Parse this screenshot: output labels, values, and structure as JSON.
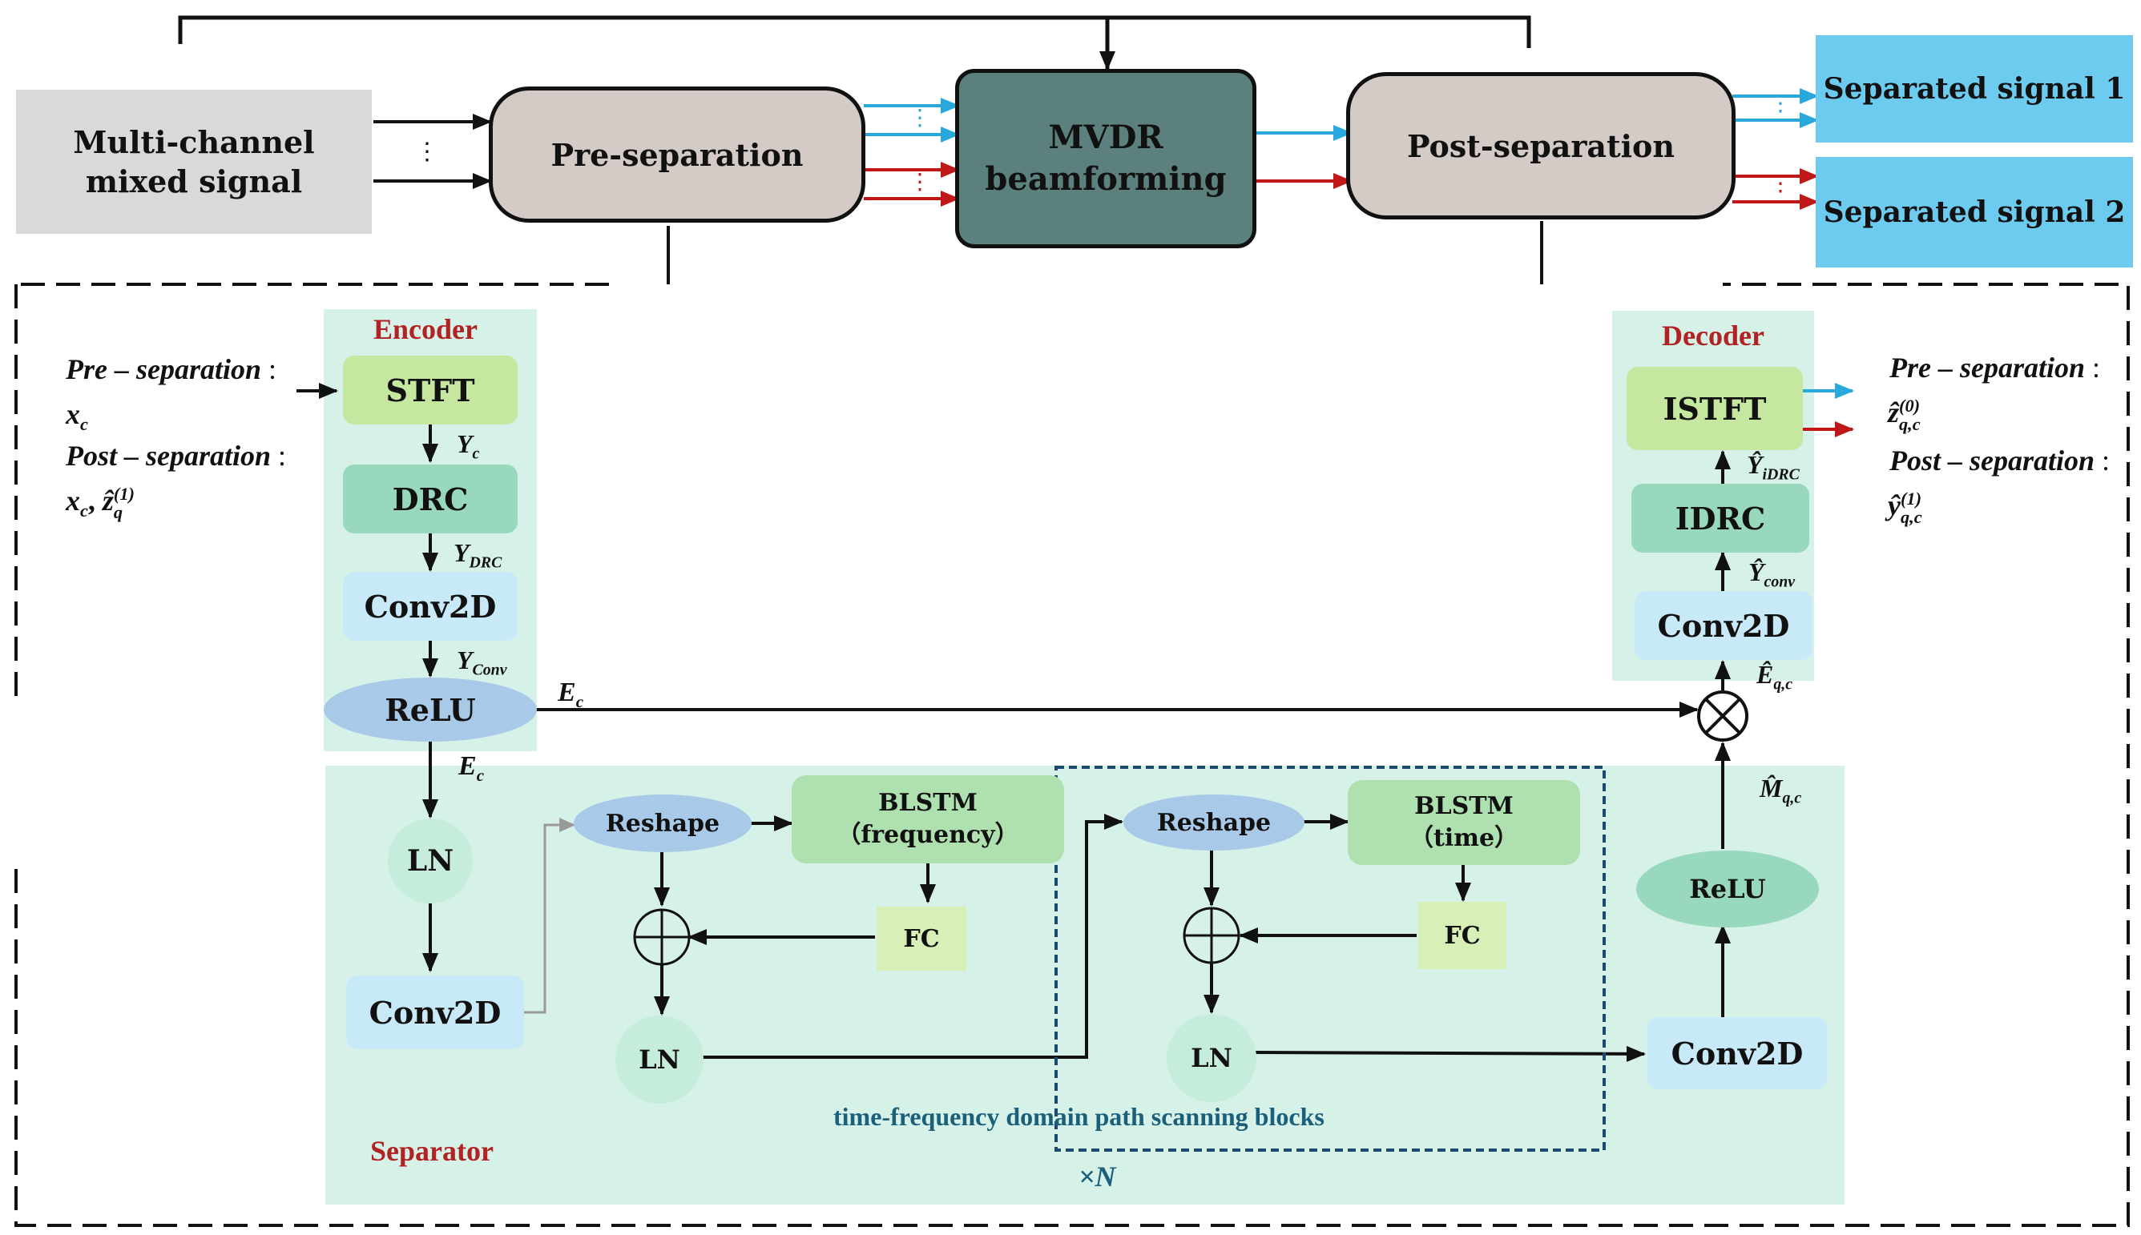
{
  "top": {
    "input": "Multi-channel mixed signal",
    "input_dots": "⋮",
    "pre_separation": "Pre-separation",
    "mvdr": "MVDR beamforming",
    "post_separation": "Post-separation",
    "output1": "Separated signal 1",
    "output2": "Separated signal 2",
    "arrow_dots": "⋮"
  },
  "encoder": {
    "title": "Encoder",
    "stft": "STFT",
    "drc": "DRC",
    "conv2d": "Conv2D",
    "relu": "ReLU",
    "in_pre_label": "Pre – separation",
    "in_pre_sym": "x",
    "in_pre_sub": "c",
    "in_post_label": "Post – separation",
    "in_post_sym": "x",
    "in_post_sub": "c",
    "in_post_sym2": "ẑ",
    "in_post_sub2": "q",
    "in_post_sup2": "(1)",
    "y_c": "Y",
    "y_c_sub": "c",
    "y_drc": "Y",
    "y_drc_sub": "DRC",
    "y_conv": "Y",
    "y_conv_sub": "Conv",
    "e_c": "E",
    "e_c_sub": "c"
  },
  "decoder": {
    "title": "Decoder",
    "istft": "ISTFT",
    "idrc": "IDRC",
    "conv2d": "Conv2D",
    "y_idrc": "Ŷ",
    "y_idrc_sub": "iDRC",
    "y_conv": "Ŷ",
    "y_conv_sub": "conv",
    "e_qc": "Ê",
    "e_qc_sub": "q,c",
    "m_qc": "M̂",
    "m_qc_sub": "q,c",
    "out_pre_label": "Pre – separation",
    "out_pre_sym": "ẑ",
    "out_pre_sub": "q,c",
    "out_pre_sup": "(0)",
    "out_post_label": "Post – separation",
    "out_post_sym": "ŷ",
    "out_post_sub": "q,c",
    "out_post_sup": "(1)"
  },
  "separator": {
    "title": "Separator",
    "ln": "LN",
    "conv2d": "Conv2D",
    "reshape1": "Reshape",
    "blstm_freq_line1": "BLSTM",
    "blstm_freq_line2": "（frequency）",
    "fc1": "FC",
    "ln2": "LN",
    "reshape2": "Reshape",
    "blstm_time_line1": "BLSTM",
    "blstm_time_line2": "（time）",
    "fc2": "FC",
    "ln3": "LN",
    "conv2d_out": "Conv2D",
    "relu": "ReLU",
    "block_label": "time-frequency domain path scanning blocks",
    "repeat": "×N"
  },
  "colors": {
    "input_gray": "#d9d9d9",
    "pre_sep": "#d4cac6",
    "mvdr": "#5c807e",
    "output_blue": "#6ccbee",
    "panel_green": "#d6f2e8",
    "stft_green": "#c6e7a0",
    "drc_green": "#98d8bc",
    "conv_blue": "#c8e9f7",
    "relu_blue": "#a9c9e9",
    "blstm_green": "#aee0b0",
    "fc_green": "#d9efb8",
    "ln_green": "#c6ecdc",
    "arrow_blue": "#29a8dc",
    "arrow_red": "#c01818",
    "label_red": "#b22222",
    "label_teal": "#1b5f7a"
  }
}
